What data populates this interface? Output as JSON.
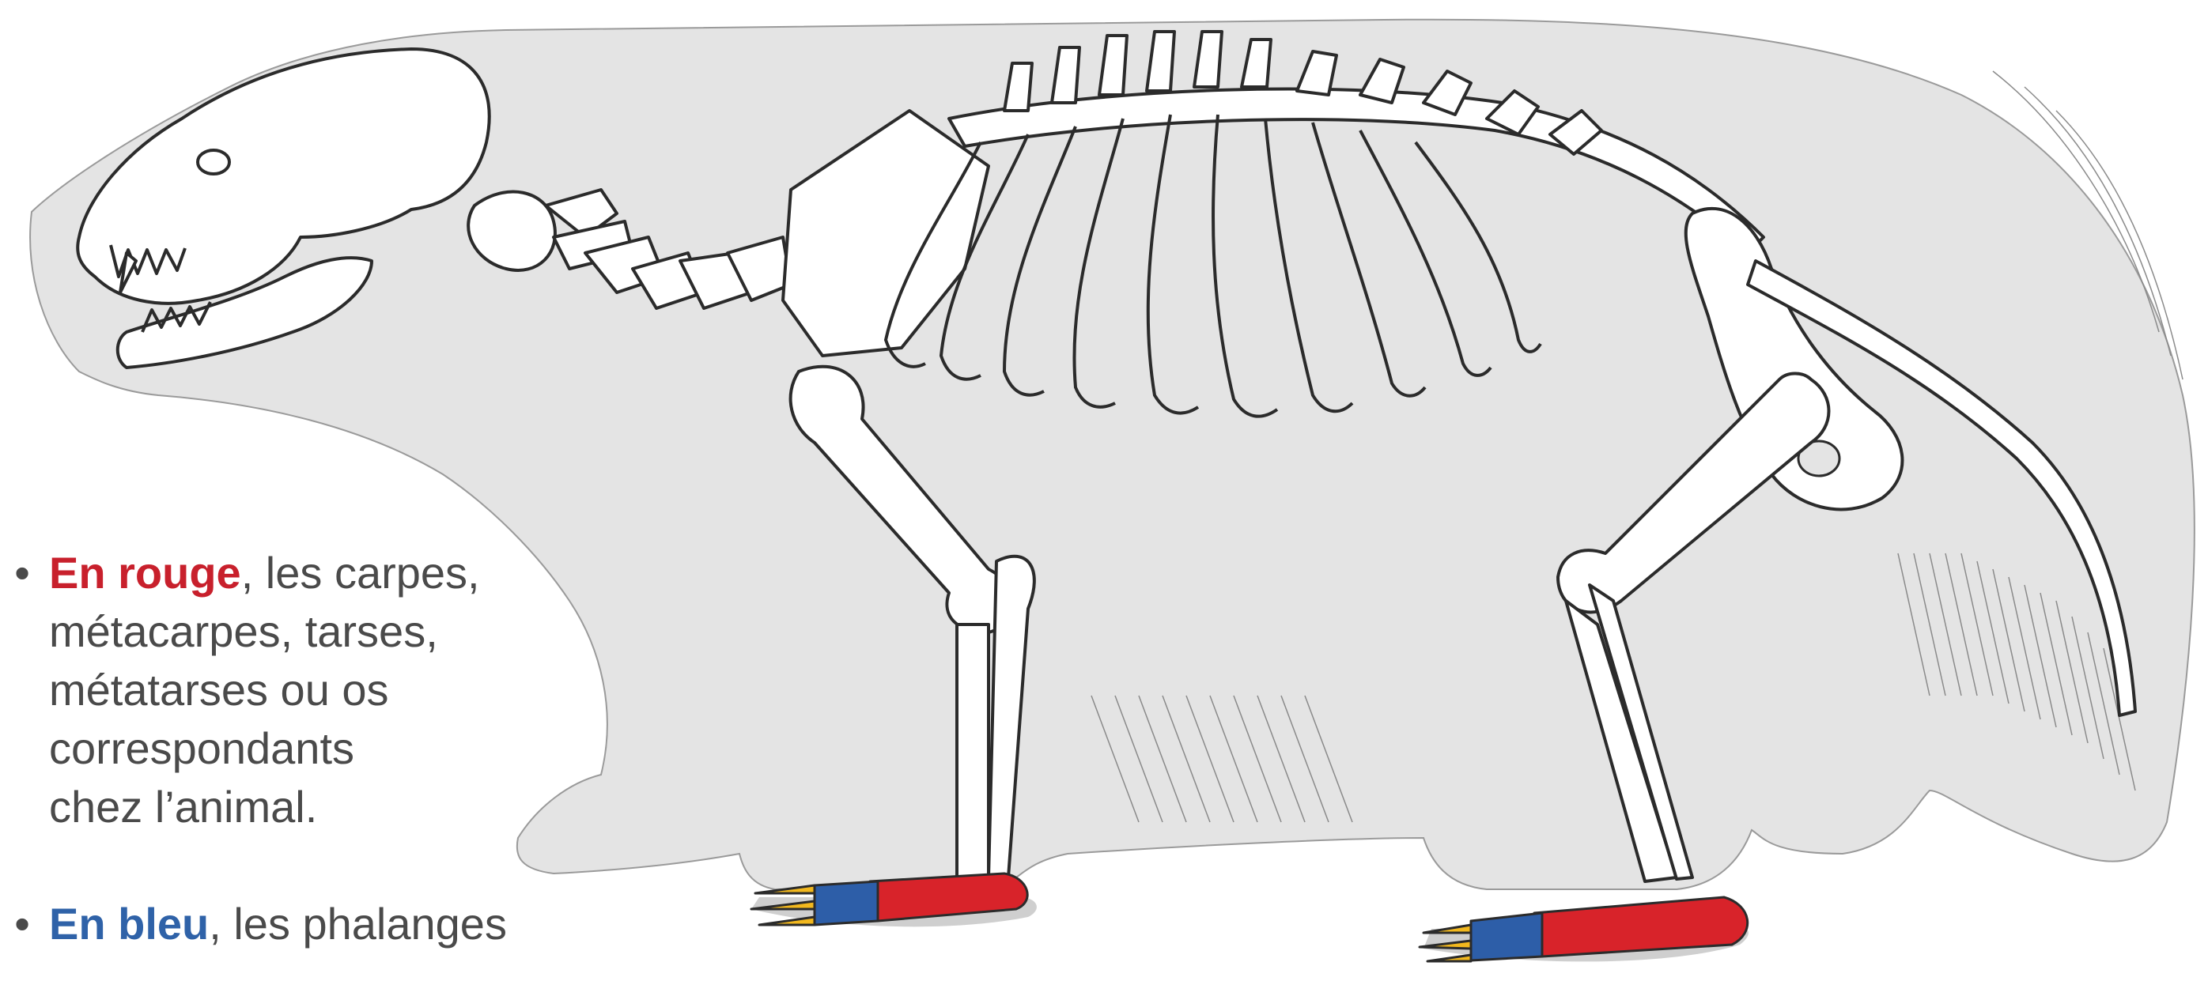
{
  "legend": {
    "red": {
      "highlight": "En rouge",
      "line1_rest": ", les carpes,",
      "line2": "métacarpes, tarses,",
      "line3": "métatarses ou os",
      "line4": "correspondants",
      "line5": "chez l’animal.",
      "color": "#c8202c"
    },
    "blue": {
      "highlight": "En bleu",
      "rest": ", les phalanges",
      "color": "#2f62a8"
    },
    "yellow_color": "#f2b81e",
    "bullet": "•"
  },
  "illustration": {
    "subject": "badger-skeleton",
    "body_color": "#e4e4e4",
    "bone_color": "#ffffff",
    "outline_color": "#2b2b2b"
  }
}
